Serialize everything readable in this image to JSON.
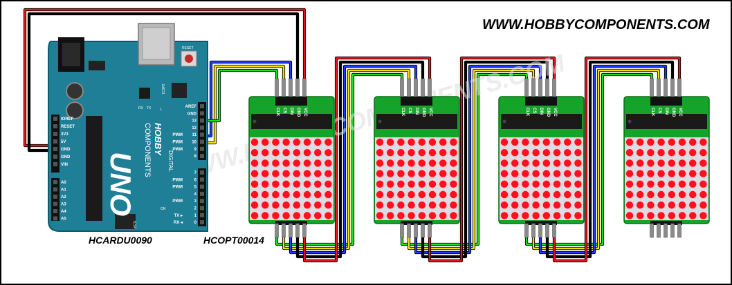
{
  "header": {
    "website": "WWW.HOBBYCOMPONENTS.COM",
    "watermark": "WWW.HOBBYCOMPONENTS.COM"
  },
  "arduino": {
    "part_number": "HCARDU0090",
    "model": "UNO",
    "brand_line1": "HOBBY",
    "brand_line2": "COMPONENTS",
    "reset_label": "RESET",
    "icsp_label": "ICSP",
    "icsp2_label": "ICSP2",
    "tx_label": "TX",
    "rx_label": "RX",
    "l_label": "L",
    "on_label": "ON",
    "digital_label": "DIGITAL",
    "power_pins": [
      "IOREF",
      "RESET",
      "3V3",
      "5V",
      "GND",
      "GND",
      "VIN"
    ],
    "analog_pins": [
      "A0",
      "A1",
      "A2",
      "A3",
      "A4",
      "A5"
    ],
    "digital_top_pins": [
      {
        "num": "AREF",
        "pwm": ""
      },
      {
        "num": "GND",
        "pwm": ""
      },
      {
        "num": "13",
        "pwm": ""
      },
      {
        "num": "12",
        "pwm": ""
      },
      {
        "num": "11",
        "pwm": "PWM"
      },
      {
        "num": "10",
        "pwm": "PWM"
      },
      {
        "num": "9",
        "pwm": "PWM"
      },
      {
        "num": "8",
        "pwm": ""
      }
    ],
    "digital_bottom_pins": [
      {
        "num": "7",
        "pwm": ""
      },
      {
        "num": "6",
        "pwm": "PWM"
      },
      {
        "num": "5",
        "pwm": "PWM"
      },
      {
        "num": "4",
        "pwm": ""
      },
      {
        "num": "3",
        "pwm": "PWM"
      },
      {
        "num": "2",
        "pwm": ""
      },
      {
        "num": "1",
        "pwm": "TX ▸"
      },
      {
        "num": "0",
        "pwm": "RX ◂"
      }
    ]
  },
  "module_part_number": "HCOPT00014",
  "modules": [
    {
      "pins": [
        "CLK",
        "CS",
        "DIN",
        "GND",
        "VCC"
      ]
    },
    {
      "pins": [
        "CLK",
        "CS",
        "DIN",
        "GND",
        "VCC"
      ]
    },
    {
      "pins": [
        "CLK",
        "CS",
        "DIN",
        "GND",
        "VCC"
      ]
    },
    {
      "pins": [
        "CLK",
        "CS",
        "DIN",
        "GND",
        "VCC"
      ]
    }
  ],
  "wire_colors": {
    "vcc": "#e8141b",
    "gnd": "#000000",
    "din": "#1e3cff",
    "cs": "#f2e600",
    "clk": "#22dd22"
  },
  "board_colors": {
    "arduino": "#1f7f96",
    "module": "#16a32a",
    "led": "#ff0f1f",
    "led_ring": "#ffc9cc"
  }
}
